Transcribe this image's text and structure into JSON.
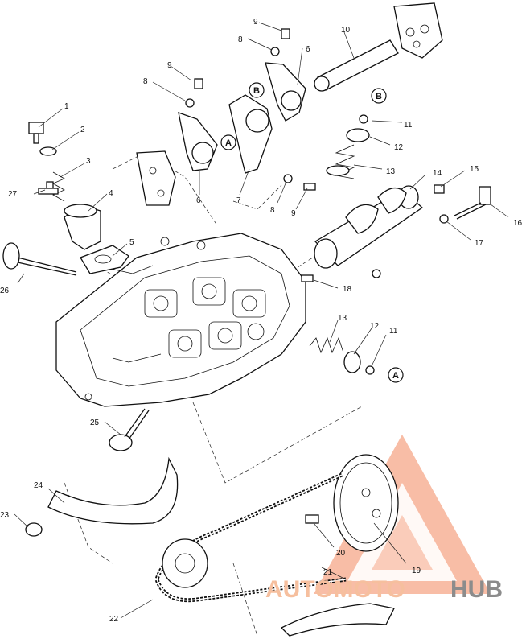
{
  "callouts": {
    "c1": "1",
    "c2": "2",
    "c3": "3",
    "c4": "4",
    "c5": "5",
    "c6a": "6",
    "c6b": "6",
    "c7": "7",
    "c8a": "8",
    "c8b": "8",
    "c8c": "8",
    "c9a": "9",
    "c9b": "9",
    "c9c": "9",
    "c10": "10",
    "c11a": "11",
    "c11b": "11",
    "c12a": "12",
    "c12b": "12",
    "c13a": "13",
    "c13b": "13",
    "c14": "14",
    "c15": "15",
    "c16": "16",
    "c17": "17",
    "c18": "18",
    "c19": "19",
    "c20": "20",
    "c21": "21",
    "c22": "22",
    "c23": "23",
    "c24": "24",
    "c25": "25",
    "c26": "26",
    "c27": "27"
  },
  "refs": {
    "a": "A",
    "b": "B"
  },
  "watermark": {
    "part1": "AUTOMOTO",
    "part2": "HUB",
    "color_main": "#f08a5d",
    "color_hub": "#8c8c8c"
  }
}
